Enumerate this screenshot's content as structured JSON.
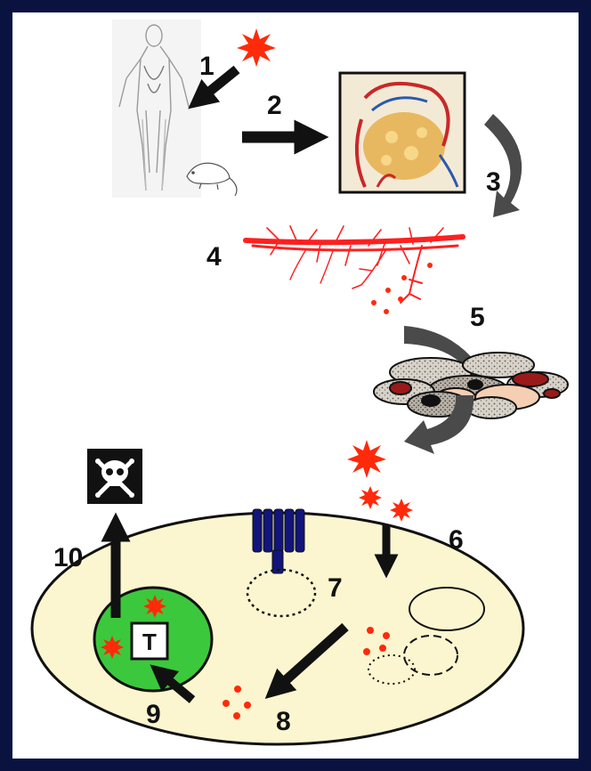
{
  "diagram": {
    "steps": [
      "1",
      "2",
      "3",
      "4",
      "5",
      "6",
      "7",
      "8",
      "9",
      "10"
    ],
    "nucleus_box_label": "T",
    "colors": {
      "toxin": "#ff2a0a",
      "vessel": "#ff2020",
      "cell": "#fbf6cf",
      "nucleus": "#3cc83c",
      "receptor": "#12157a",
      "arrow": "#111111",
      "curved_arrow": "#4a4a4a",
      "border": "#0a1240"
    },
    "icons": [
      "human-body-icon",
      "mouse-icon",
      "alveolus-icon",
      "blood-vessel-icon",
      "tissue-cells-icon",
      "skull-crossbones-icon",
      "membrane-receptor-icon"
    ]
  }
}
